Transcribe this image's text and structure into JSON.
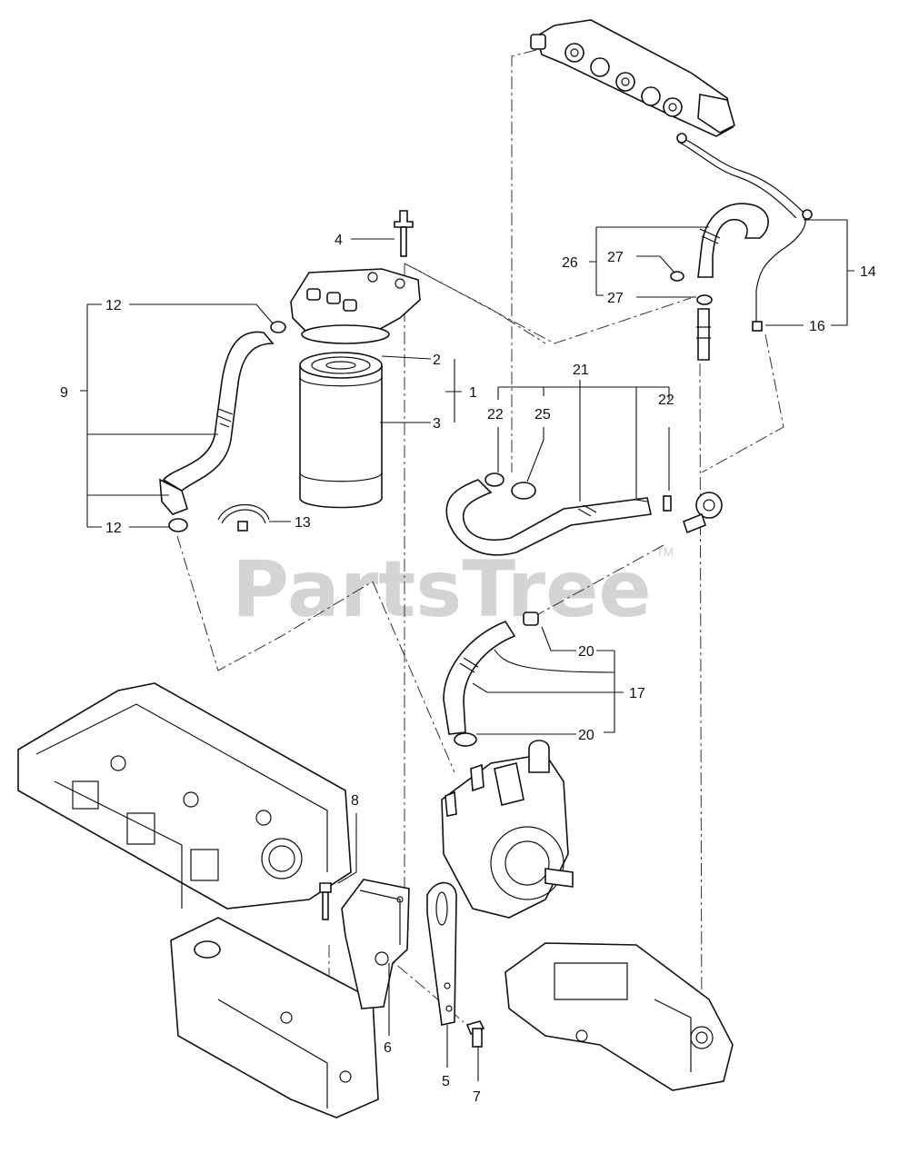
{
  "watermark": {
    "text": "PartsTree",
    "trademark": "TM"
  },
  "callouts": {
    "c1": "1",
    "c2": "2",
    "c3": "3",
    "c4": "4",
    "c5": "5",
    "c6": "6",
    "c7": "7",
    "c8": "8",
    "c9": "9",
    "c12a": "12",
    "c12b": "12",
    "c13": "13",
    "c14": "14",
    "c16": "16",
    "c17": "17",
    "c20a": "20",
    "c20b": "20",
    "c21": "21",
    "c22a": "22",
    "c22b": "22",
    "c25": "25",
    "c26": "26",
    "c27a": "27",
    "c27b": "27"
  }
}
